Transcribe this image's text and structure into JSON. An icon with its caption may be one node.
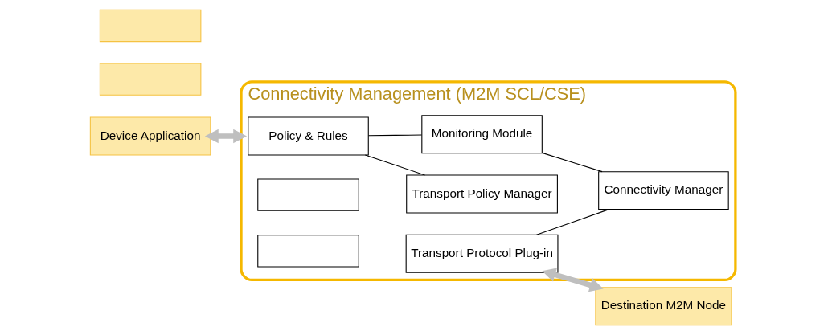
{
  "diagram": {
    "nodes": [
      {
        "text": [
          "Connectivity Management (M2M SCL/CSE)"
        ]
      },
      {
        "text": [
          "Policy & Rules"
        ],
        "in": 0
      },
      {
        "text": [
          "Transport Policy Manager"
        ],
        "in": 0
      },
      {
        "text": [],
        "shape": "box",
        "in": 0
      },
      {
        "text": [],
        "shape": "box",
        "in": 0
      },
      {
        "text": [
          "Transport Protocol Plug-in"
        ],
        "in": 0
      },
      {
        "text": [
          "Monitoring Module"
        ],
        "in": 0
      },
      {
        "text": [
          "Connectivity Manager"
        ],
        "in": 0
      },
      {
        "text": [],
        "shape": "box"
      },
      {
        "text": [],
        "shape": "box"
      },
      {
        "text": [
          "Device Application"
        ]
      },
      {
        "text": [
          "Destination M2M Node"
        ]
      }
    ],
    "edges": [
      {
        "from": 1,
        "to": 2,
        "arrow": "none"
      },
      {
        "from": 1,
        "to": 6,
        "arrow": "none"
      },
      {
        "from": 6,
        "to": 7,
        "arrow": "none"
      },
      {
        "from": 5,
        "to": 7,
        "arrow": "none"
      },
      {
        "from": 10,
        "to": 0,
        "arrow": "both",
        "style": "thick",
        "color": "#bfbfbf"
      },
      {
        "from": 5,
        "to": 11,
        "arrow": "both",
        "style": "thick",
        "color": "#bfbfbf"
      }
    ]
  }
}
